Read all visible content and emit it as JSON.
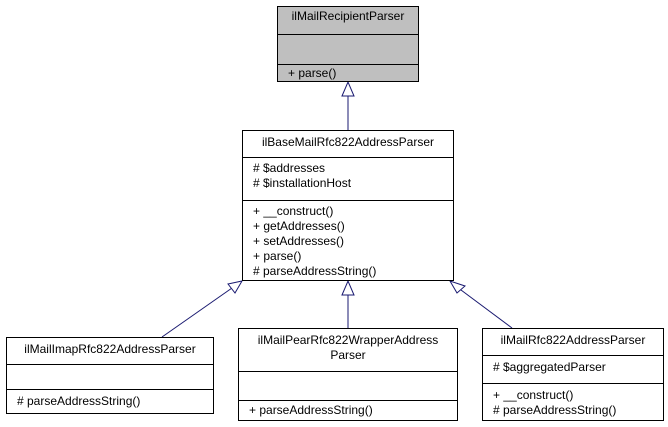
{
  "classes": {
    "recipient_parser": {
      "name": "ilMailRecipientParser",
      "attributes": [],
      "methods": [
        "+ parse()"
      ]
    },
    "base_parser": {
      "name": "ilBaseMailRfc822AddressParser",
      "attributes": [
        "# $addresses",
        "# $installationHost"
      ],
      "methods": [
        "+ __construct()",
        "+ getAddresses()",
        "+ setAddresses()",
        "+ parse()",
        "# parseAddressString()"
      ]
    },
    "imap_parser": {
      "name": "ilMailImapRfc822AddressParser",
      "attributes": [],
      "methods": [
        "# parseAddressString()"
      ]
    },
    "pear_parser": {
      "name_line1": "ilMailPearRfc822WrapperAddress",
      "name_line2": "Parser",
      "attributes": [],
      "methods": [
        "+ parseAddressString()"
      ]
    },
    "rfc822_parser": {
      "name": "ilMailRfc822AddressParser",
      "attributes": [
        "# $aggregatedParser"
      ],
      "methods": [
        "+ __construct()",
        "# parseAddressString()"
      ]
    }
  },
  "colors": {
    "highlight_fill": "#bfbfbf",
    "edge": "#191970"
  }
}
